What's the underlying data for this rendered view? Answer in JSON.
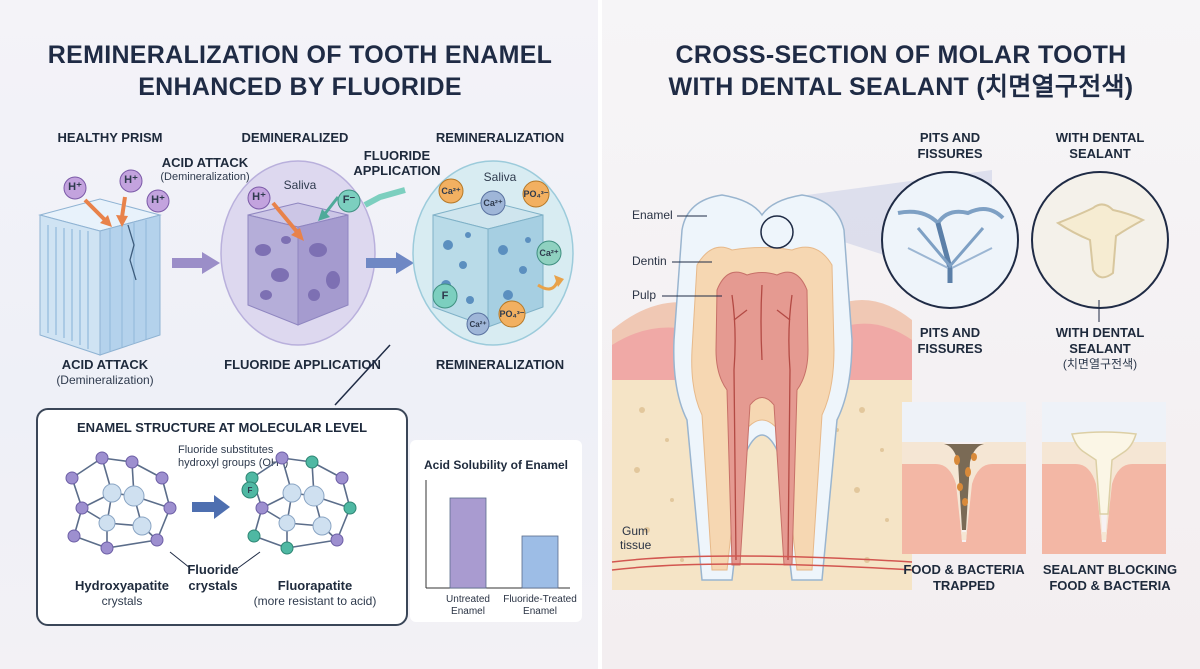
{
  "left": {
    "title_line1": "REMINERALIZATION OF TOOTH ENAMEL",
    "title_line2": "ENHANCED BY FLUORIDE",
    "stages": {
      "healthy": "HEALTHY PRISM",
      "demineralized": "DEMINERALIZED",
      "remineralization": "REMINERALIZATION",
      "acid_attack": "ACID ATTACK",
      "acid_attack_sub": "(Demineralization)",
      "fluoride_application_top": "FLUORIDE APPLICATION",
      "saliva_1": "Saliva",
      "saliva_2": "Saliva",
      "bottom_acid_attack": "ACID ATTACK",
      "bottom_acid_attack_sub": "(Demineralization)",
      "bottom_fluoride_application": "FLUORIDE APPLICATION",
      "bottom_remineralization": "REMINERALIZATION"
    },
    "ions": {
      "h": "H⁺",
      "f": "F⁻",
      "f_short": "F",
      "ca2": "Ca²⁺",
      "po4": "PO₄³⁻"
    },
    "molecular": {
      "heading": "ENAMEL STRUCTURE AT MOLECULAR LEVEL",
      "note_line1": "Fluoride substitutes",
      "note_line2": "hydroxyl groups (OH⁻)",
      "hydroxyapatite": "Hydroxyapatite",
      "hydroxyapatite_sub": "crystals",
      "fluoride_crystals_line1": "Fluoride",
      "fluoride_crystals_line2": "crystals",
      "fluorapatite": "Fluorapatite",
      "fluorapatite_sub": "(more resistant to acid)"
    }
  },
  "chart_data": {
    "type": "bar",
    "title": "Acid Solubility of Enamel",
    "categories": [
      "Untreated Enamel",
      "Fluoride-Treated Enamel"
    ],
    "category_lines": [
      [
        "Untreated",
        "Enamel"
      ],
      [
        "Fluoride-Treated",
        "Enamel"
      ]
    ],
    "values": [
      0.9,
      0.52
    ],
    "ylim": [
      0,
      1.0
    ],
    "grid": false,
    "colors": [
      "#a99bd0",
      "#9dbde6"
    ]
  },
  "right": {
    "title_line1": "CROSS-SECTION OF MOLAR TOOTH",
    "title_line2": "WITH DENTAL SEALANT (치면열구전색)",
    "labels": {
      "enamel": "Enamel",
      "dentin": "Dentin",
      "pulp": "Pulp",
      "gum_line1": "Gum",
      "gum_line2": "tissue"
    },
    "circles": {
      "pits_top_line1": "PITS AND",
      "pits_top_line2": "FISSURES",
      "sealant_top_line1": "WITH DENTAL",
      "sealant_top_line2": "SEALANT",
      "pits_bottom_line1": "PITS AND",
      "pits_bottom_line2": "FISSURES",
      "sealant_bottom_line1": "WITH DENTAL",
      "sealant_bottom_line2": "SEALANT",
      "sealant_bottom_line3": "(치면열구전색)"
    },
    "boxes": {
      "trapped_line1": "FOOD & BACTERIA",
      "trapped_line2": "TRAPPED",
      "blocking_line1": "SEALANT BLOCKING",
      "blocking_line2": "FOOD & BACTERIA"
    }
  },
  "colors": {
    "enamel_blue": "#cfe3f3",
    "demin_purple": "#b5aed9",
    "remin_cyan": "#cde6ef",
    "gum_pink": "#f0a9a6",
    "pulp_red": "#e59a91",
    "dentin_peach": "#f6d7b2"
  }
}
